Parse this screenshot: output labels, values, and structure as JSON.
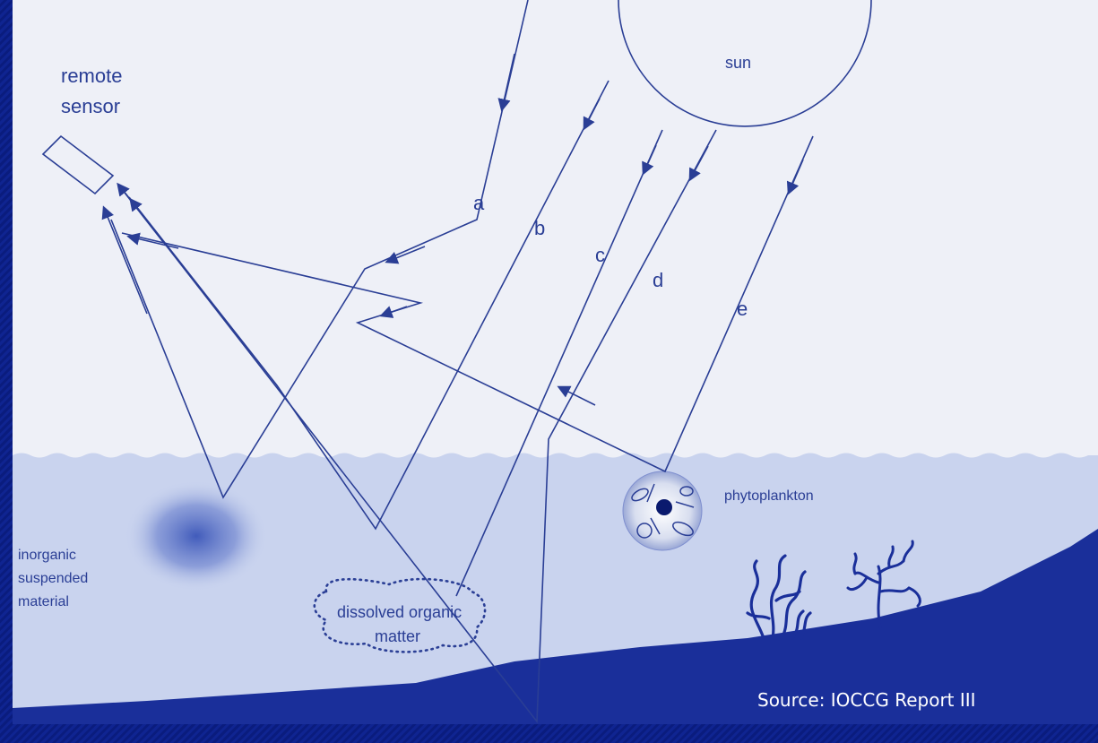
{
  "labels": {
    "remote_sensor_1": "remote",
    "remote_sensor_2": "sensor",
    "sun": "sun",
    "ray_a": "a",
    "ray_b": "b",
    "ray_c": "c",
    "ray_d": "d",
    "ray_e": "e",
    "phytoplankton": "phytoplankton",
    "inorganic_1": "inorganic",
    "inorganic_2": "suspended",
    "inorganic_3": "material",
    "dom_1": "dissolved organic",
    "dom_2": "matter"
  },
  "source": "Source:  IOCCG Report III",
  "colors": {
    "background": "#0d1f8a",
    "panel": "#eef0f7",
    "water": "#c9d3ee",
    "seabed": "#1a2f9a",
    "ink": "#2a3e95"
  }
}
